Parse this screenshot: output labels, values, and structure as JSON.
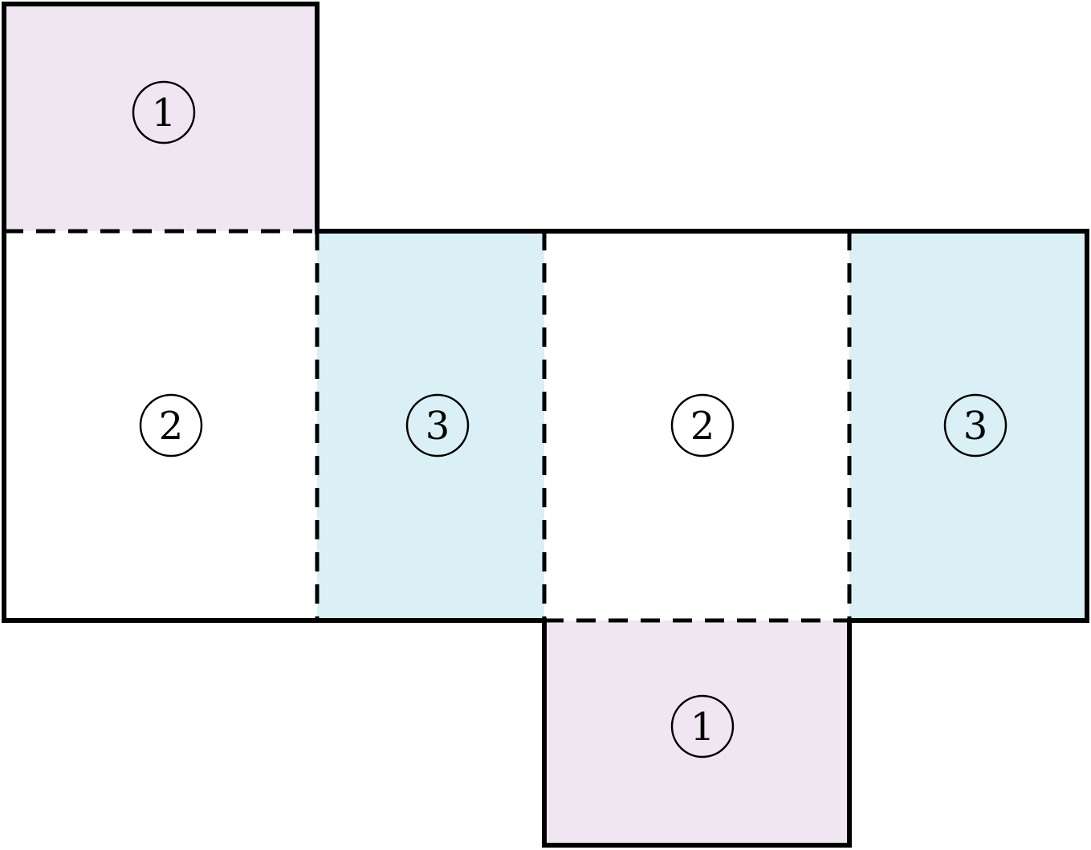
{
  "diagram": {
    "type": "net-of-rectangular-box",
    "colors": {
      "face_1_fill": "#f0e6f1",
      "face_3_fill": "#daf0f6",
      "face_2_fill": "#ffffff",
      "outline": "#000000",
      "fold_line": "#000000"
    },
    "faces": [
      {
        "id": "top-1",
        "label": "1"
      },
      {
        "id": "left-2",
        "label": "2"
      },
      {
        "id": "middle-3",
        "label": "3"
      },
      {
        "id": "right-2",
        "label": "2"
      },
      {
        "id": "far-right-3",
        "label": "3"
      },
      {
        "id": "bottom-1",
        "label": "1"
      }
    ]
  }
}
